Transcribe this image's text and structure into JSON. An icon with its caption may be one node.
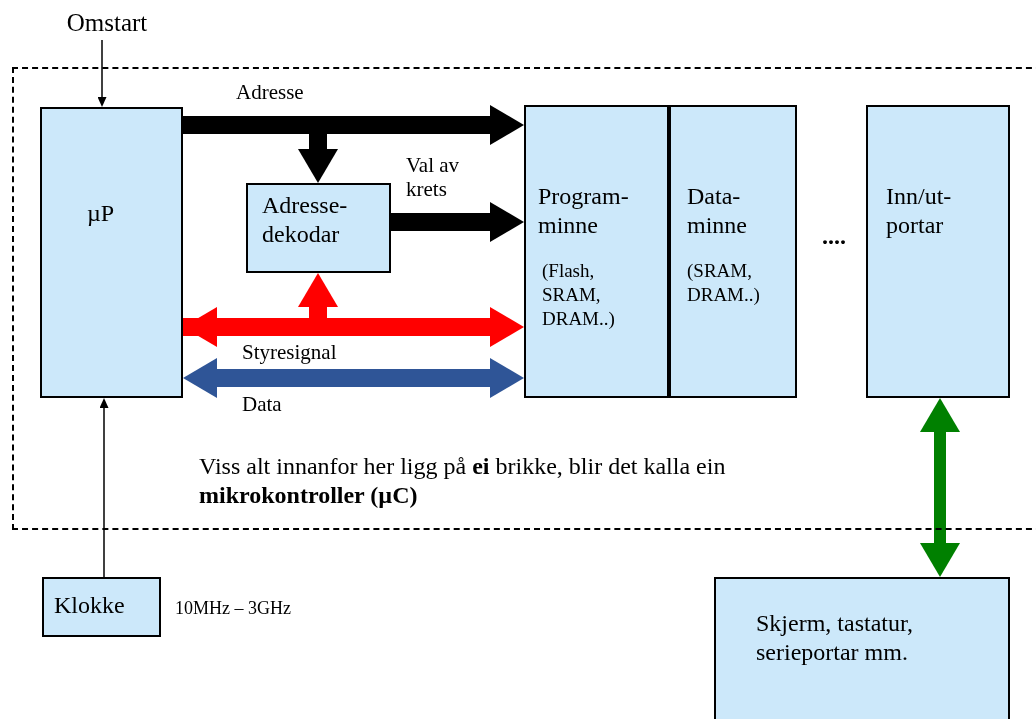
{
  "diagram": {
    "nodes": [
      {
        "text": [
          "Viss alt innanfor her ligg på **ei** brikke, blir det kalla ein **mikrokontroller (µC)**"
        ]
      },
      {
        "text": [
          "µP"
        ],
        "in": 0
      },
      {
        "text": [
          "Adresse- dekodar"
        ],
        "in": 0
      },
      {
        "text": [
          "Program- minne",
          "(Flash, SRAM, DRAM..)"
        ],
        "in": 0
      },
      {
        "text": [
          "Data- minne",
          "(SRAM, DRAM..)"
        ],
        "in": 0
      },
      {
        "text": [
          "Inn/ut- portar"
        ],
        "in": 0
      },
      {
        "text": [
          "Klokke"
        ],
        "beside": [
          "10MHz – 3GHz"
        ]
      },
      {
        "text": [
          "Skjerm, tastatur, serieportar mm."
        ]
      },
      {
        "text": [
          "Omstart"
        ]
      }
    ],
    "edges": [
      {
        "from": 8,
        "to": 1,
        "arrow": "to"
      },
      {
        "from": 6,
        "to": 1,
        "arrow": "to"
      },
      {
        "from": 1,
        "to": 3,
        "arrow": "to",
        "label": "Adresse"
      },
      {
        "from": 1,
        "to": 2,
        "arrow": "to"
      },
      {
        "from": 2,
        "to": 3,
        "arrow": "to",
        "label": "Val av krets"
      },
      {
        "from": 1,
        "to": 3,
        "arrow": "both",
        "label": "Styresignal",
        "color": "#ff0000"
      },
      {
        "from": 1,
        "to": 2,
        "arrow": "to",
        "color": "#ff0000"
      },
      {
        "from": 1,
        "to": 3,
        "arrow": "both",
        "label": "Data",
        "color": "#2f5597"
      },
      {
        "from": 5,
        "to": 7,
        "arrow": "both",
        "color": "#008000"
      }
    ],
    "labels": [
      "...."
    ]
  }
}
